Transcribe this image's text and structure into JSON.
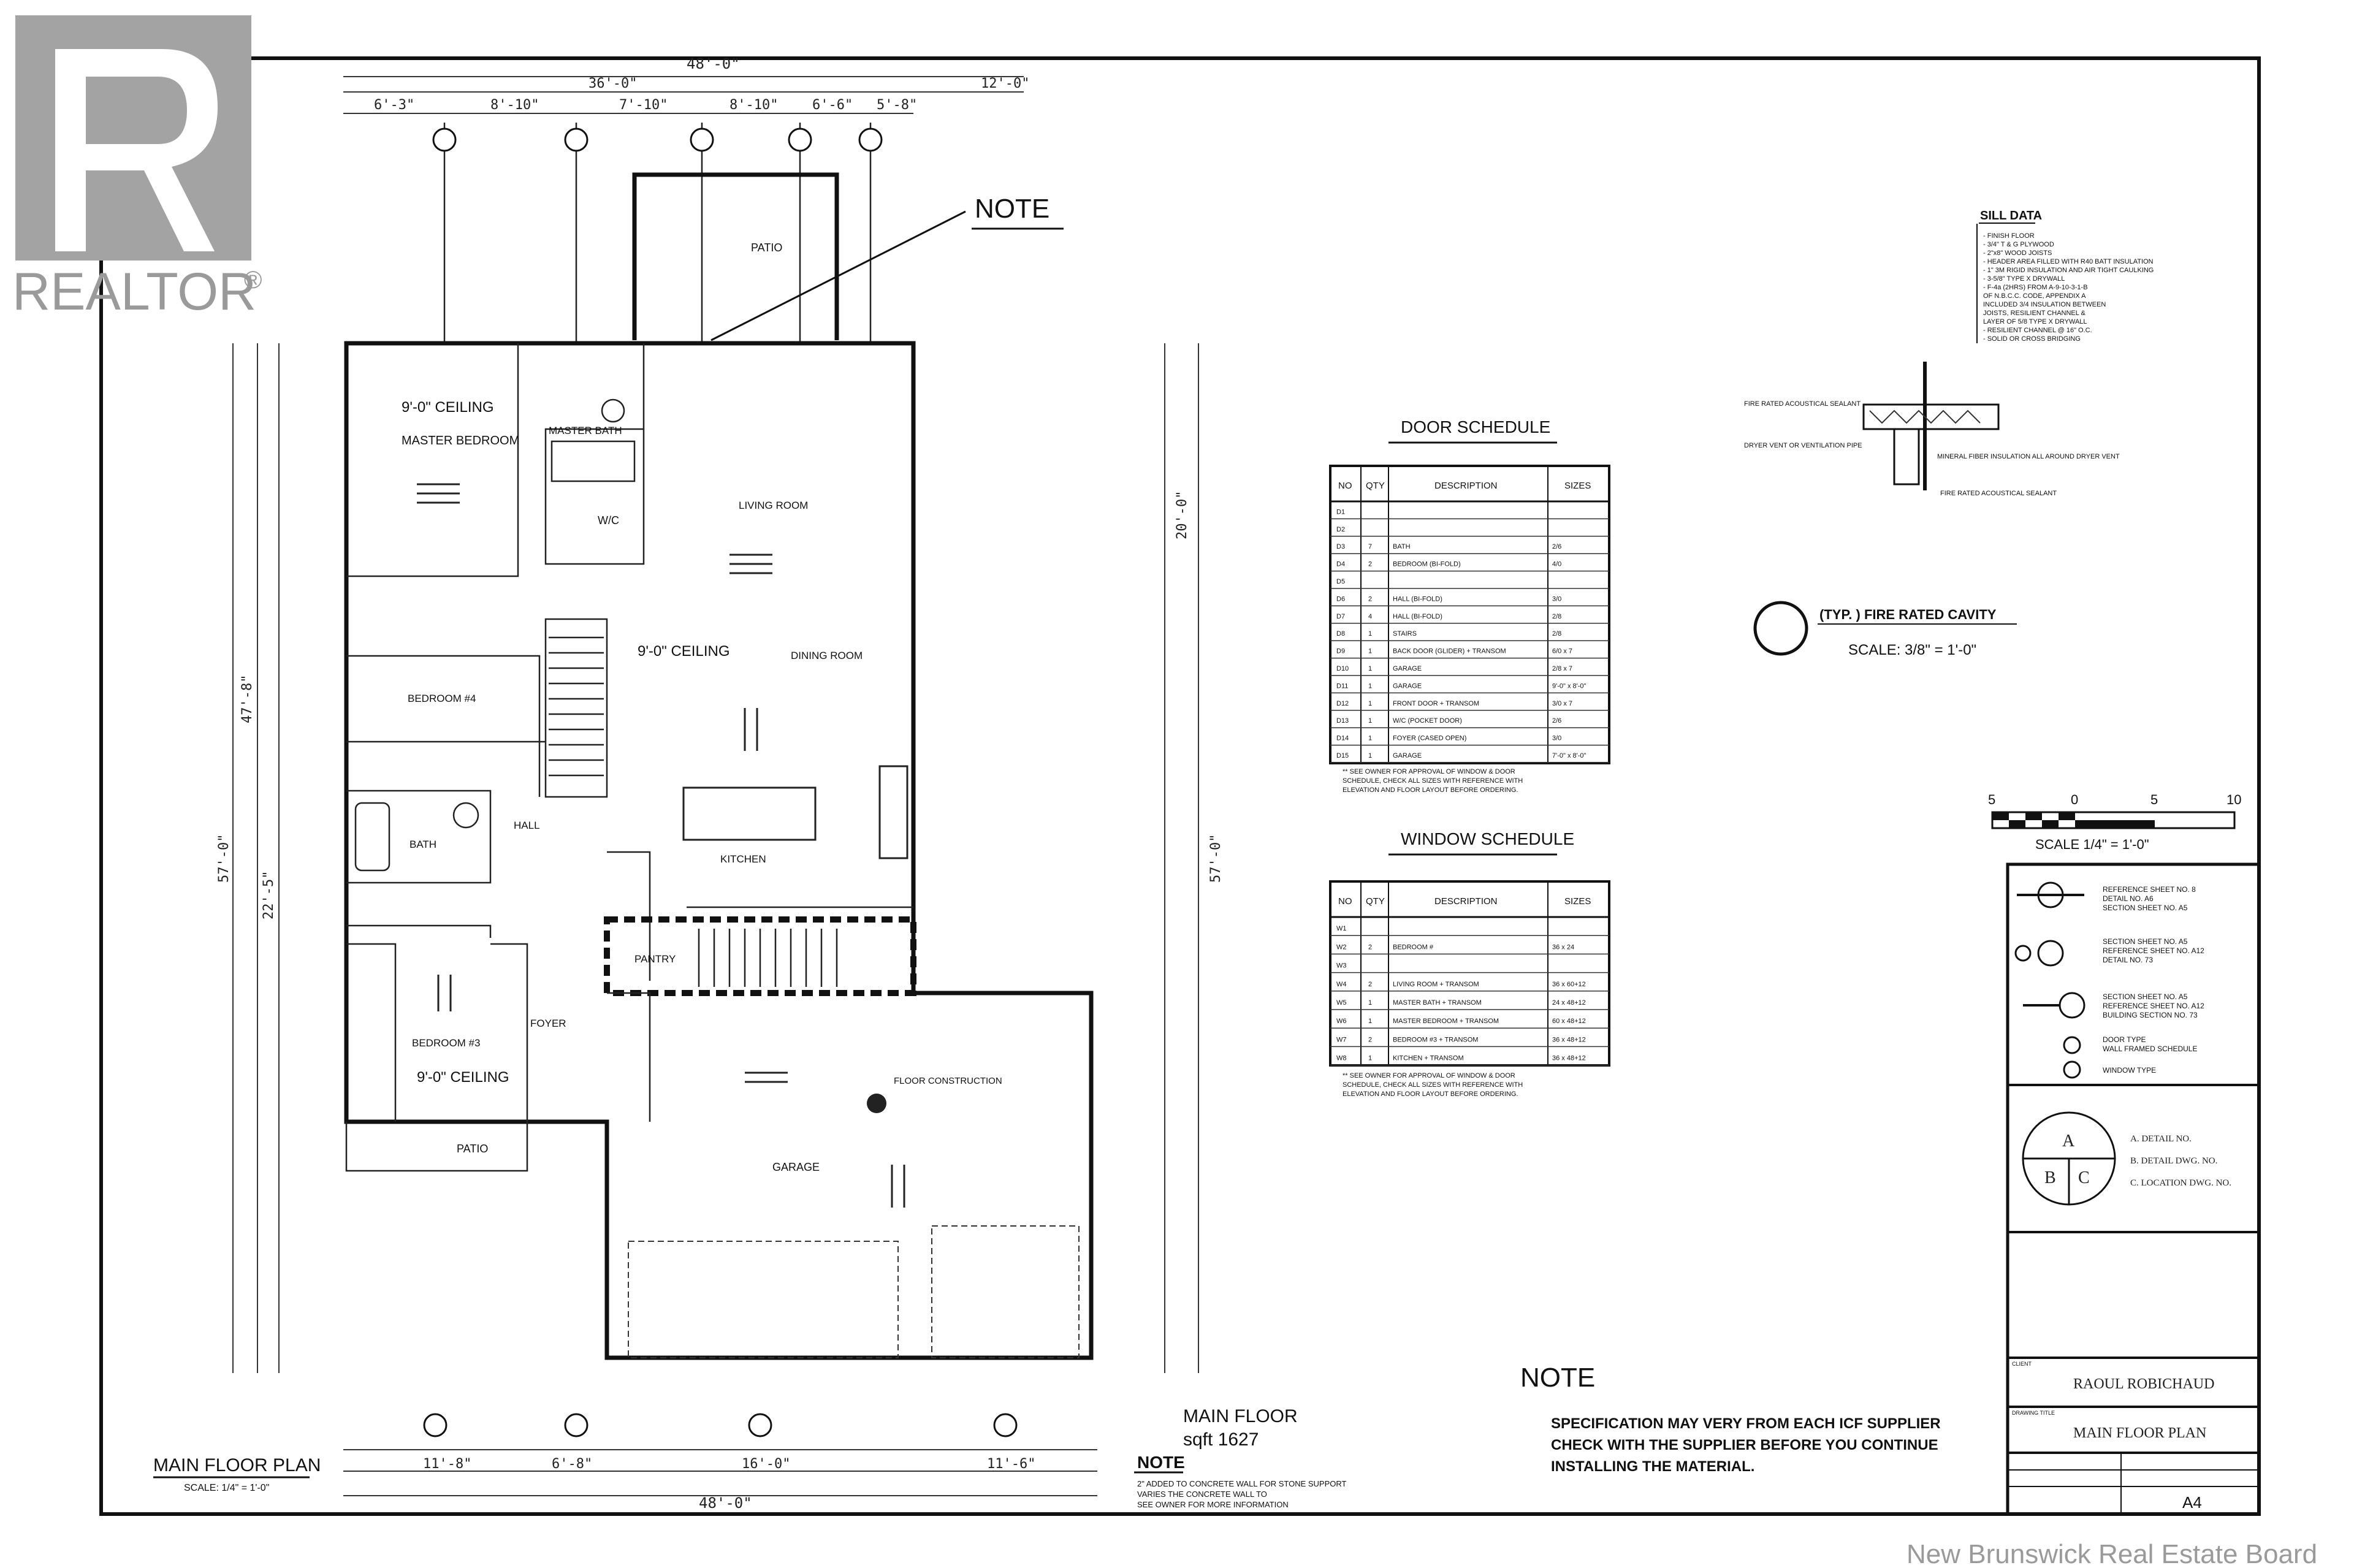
{
  "watermark": {
    "brand": "REALTOR",
    "registered": "®",
    "board": "New Brunswick Real Estate Board"
  },
  "plan": {
    "title": "MAIN FLOOR PLAN",
    "scale": "SCALE: 1/4\" = 1'-0\"",
    "floor_label": "MAIN FLOOR",
    "area": "sqft 1627",
    "note_top": "NOTE",
    "rooms": {
      "master_bedroom": "MASTER BEDROOM",
      "master_ceiling": "9'-0\" CEILING",
      "master_bath": "MASTER BATH",
      "wic": "W/C",
      "living_room": "LIVING ROOM",
      "dining_room": "DINING ROOM",
      "main_ceiling": "9'-0\" CEILING",
      "bedroom4": "BEDROOM #4",
      "hall": "HALL",
      "bath": "BATH",
      "kitchen": "KITCHEN",
      "pantry": "PANTRY",
      "foyer": "FOYER",
      "bedroom3": "BEDROOM #3",
      "bedroom3_ceiling": "9'-0\" CEILING",
      "patio_front": "PATIO",
      "patio_rear": "PATIO",
      "garage": "GARAGE",
      "floor_construction": "FLOOR CONSTRUCTION"
    },
    "dims_top": [
      "48'-0\"",
      "36'-0\"",
      "12'-0\"",
      "6'-3\"",
      "8'-10\"",
      "7'-10\"",
      "8'-10\"",
      "6'-6\"",
      "5'-8\""
    ],
    "dims_bottom": [
      "48'-0\"",
      "11'-8\"",
      "6'-8\"",
      "16'-0\"",
      "11'-6\""
    ],
    "dims_left": [
      "47'-8\"",
      "57'-0\"",
      "22'-5\""
    ],
    "dims_right": [
      "57'-0\"",
      "20'-0\""
    ],
    "bottom_note": {
      "heading": "NOTE",
      "lines": [
        "2\" ADDED TO CONCRETE WALL FOR STONE SUPPORT",
        "VARIES THE CONCRETE WALL TO",
        "SEE OWNER FOR MORE INFORMATION"
      ]
    }
  },
  "door_schedule": {
    "title": "DOOR SCHEDULE",
    "headers": [
      "NO",
      "QTY",
      "DESCRIPTION",
      "SIZES"
    ],
    "rows": [
      [
        "D1",
        "",
        "",
        ""
      ],
      [
        "D2",
        "",
        "",
        ""
      ],
      [
        "D3",
        "7",
        "BATH",
        "2/6"
      ],
      [
        "D4",
        "2",
        "BEDROOM (BI-FOLD)",
        "4/0"
      ],
      [
        "D5",
        "",
        "",
        ""
      ],
      [
        "D6",
        "2",
        "HALL (BI-FOLD)",
        "3/0"
      ],
      [
        "D7",
        "4",
        "HALL (BI-FOLD)",
        "2/8"
      ],
      [
        "D8",
        "1",
        "STAIRS",
        "2/8"
      ],
      [
        "D9",
        "1",
        "BACK DOOR (GLIDER) + TRANSOM",
        "6/0 x 7"
      ],
      [
        "D10",
        "1",
        "GARAGE",
        "2/8 x 7"
      ],
      [
        "D11",
        "1",
        "GARAGE",
        "9'-0\" x 8'-0\""
      ],
      [
        "D12",
        "1",
        "FRONT DOOR + TRANSOM",
        "3/0 x 7"
      ],
      [
        "D13",
        "1",
        "W/C (POCKET DOOR)",
        "2/6"
      ],
      [
        "D14",
        "1",
        "FOYER (CASED OPEN)",
        "3/0"
      ],
      [
        "D15",
        "1",
        "GARAGE",
        "7'-0\" x 8'-0\""
      ]
    ],
    "note": [
      "** SEE OWNER FOR APPROVAL OF WINDOW & DOOR",
      "SCHEDULE, CHECK ALL SIZES WITH REFERENCE WITH",
      "ELEVATION AND FLOOR LAYOUT BEFORE ORDERING."
    ]
  },
  "window_schedule": {
    "title": "WINDOW SCHEDULE",
    "headers": [
      "NO",
      "QTY",
      "DESCRIPTION",
      "SIZES"
    ],
    "rows": [
      [
        "W1",
        "",
        "",
        ""
      ],
      [
        "W2",
        "2",
        "BEDROOM #",
        "36 x 24"
      ],
      [
        "W3",
        "",
        "",
        ""
      ],
      [
        "W4",
        "2",
        "LIVING ROOM + TRANSOM",
        "36 x 60+12"
      ],
      [
        "W5",
        "1",
        "MASTER BATH + TRANSOM",
        "24 x 48+12"
      ],
      [
        "W6",
        "1",
        "MASTER BEDROOM + TRANSOM",
        "60 x 48+12"
      ],
      [
        "W7",
        "2",
        "BEDROOM #3 + TRANSOM",
        "36 x 48+12"
      ],
      [
        "W8",
        "1",
        "KITCHEN + TRANSOM",
        "36 x 48+12"
      ]
    ],
    "note": [
      "** SEE OWNER FOR APPROVAL OF WINDOW & DOOR",
      "SCHEDULE, CHECK ALL SIZES WITH REFERENCE WITH",
      "ELEVATION AND FLOOR LAYOUT BEFORE ORDERING."
    ]
  },
  "sill_data": {
    "title": "SILL DATA",
    "lines": [
      "- FINISH FLOOR",
      "- 3/4\" T & G PLYWOOD",
      "- 2\"x8\" WOOD JOISTS",
      "- HEADER AREA FILLED WITH R40 BATT INSULATION",
      "- 1\" 3M RIGID INSULATION AND AIR TIGHT CAULKING",
      "- 3-5/8\" TYPE X DRYWALL",
      "- F-4a (2HRS) FROM A-9-10-3-1-B",
      "  OF N.B.C.C. CODE, APPENDIX A",
      "  INCLUDED 3/4 INSULATION BETWEEN",
      "  JOISTS, RESILIENT CHANNEL &",
      "  LAYER OF 5/8 TYPE X DRYWALL",
      "- RESILIENT CHANNEL @ 16\" O.C.",
      "- SOLID OR CROSS BRIDGING"
    ],
    "callouts": [
      "FIRE RATED ACOUSTICAL SEALANT",
      "DRYER VENT OR VENTILATION PIPE",
      "MINERAL FIBER INSULATION ALL AROUND DRYER VENT",
      "FIRE RATED ACOUSTICAL SEALANT"
    ]
  },
  "fire_cavity": {
    "label": "(TYP. ) FIRE RATED CAVITY",
    "scale": "SCALE: 3/8\" = 1'-0\""
  },
  "scale_bar": {
    "ticks": [
      "5",
      "0",
      "5",
      "10"
    ],
    "label": "SCALE 1/4\" = 1'-0\""
  },
  "legend": {
    "items": [
      [
        "REFERENCE SHEET NO. 8",
        "DETAIL NO. A6",
        "SECTION SHEET NO. A5"
      ],
      [
        "SECTION SHEET NO. A5",
        "REFERENCE SHEET NO. A12",
        "DETAIL NO. 73"
      ],
      [
        "SECTION SHEET NO. A5",
        "REFERENCE SHEET NO. A12",
        "BUILDING SECTION NO. 73"
      ],
      [
        "DOOR TYPE",
        "WALL FRAMED SCHEDULE"
      ],
      [
        "WINDOW TYPE"
      ]
    ],
    "detail_key": {
      "a": "A",
      "b": "B",
      "c": "C",
      "lines": [
        "A. DETAIL NO.",
        "B. DETAIL DWG. NO.",
        "C. LOCATION DWG. NO."
      ]
    }
  },
  "title_block": {
    "client_label": "CLIENT",
    "client": "RAOUL ROBICHAUD",
    "drawing_label": "DRAWING TITLE",
    "drawing": "MAIN FLOOR PLAN",
    "sheet": "A4"
  },
  "spec_note": {
    "heading": "NOTE",
    "lines": [
      "SPECIFICATION MAY VERY FROM EACH ICF SUPPLIER",
      "CHECK WITH THE SUPPLIER BEFORE YOU CONTINUE",
      "INSTALLING THE MATERIAL."
    ]
  }
}
